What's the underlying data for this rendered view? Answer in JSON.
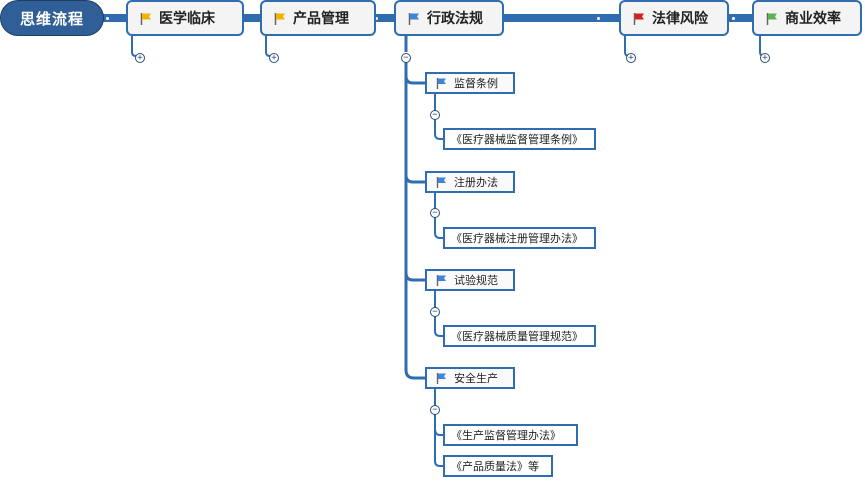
{
  "root": {
    "label": "思维流程"
  },
  "topics": [
    {
      "label": "医学临床",
      "flag_color": "#f0b400",
      "collapsed": true
    },
    {
      "label": "产品管理",
      "flag_color": "#f0b400",
      "collapsed": true
    },
    {
      "label": "行政法规",
      "flag_color": "#3d85d8",
      "collapsed": false
    },
    {
      "label": "法律风险",
      "flag_color": "#d62020",
      "collapsed": true
    },
    {
      "label": "商业效率",
      "flag_color": "#5ab552",
      "collapsed": true
    }
  ],
  "subtopics": [
    {
      "label": "监督条例",
      "flag_color": "#3d85d8",
      "children": [
        "《医疗器械监督管理条例》"
      ]
    },
    {
      "label": "注册办法",
      "flag_color": "#3d85d8",
      "children": [
        "《医疗器械注册管理办法》"
      ]
    },
    {
      "label": "试验规范",
      "flag_color": "#3d85d8",
      "children": [
        "《医疗器械质量管理规范》"
      ]
    },
    {
      "label": "安全生产",
      "flag_color": "#3d85d8",
      "children": [
        "《生产监督管理办法》",
        "《产品质量法》等"
      ]
    }
  ],
  "toggle_expand": "+",
  "toggle_collapse": "−",
  "colors": {
    "line": "#2f6cb0",
    "root_bg": "#2f5f96"
  }
}
